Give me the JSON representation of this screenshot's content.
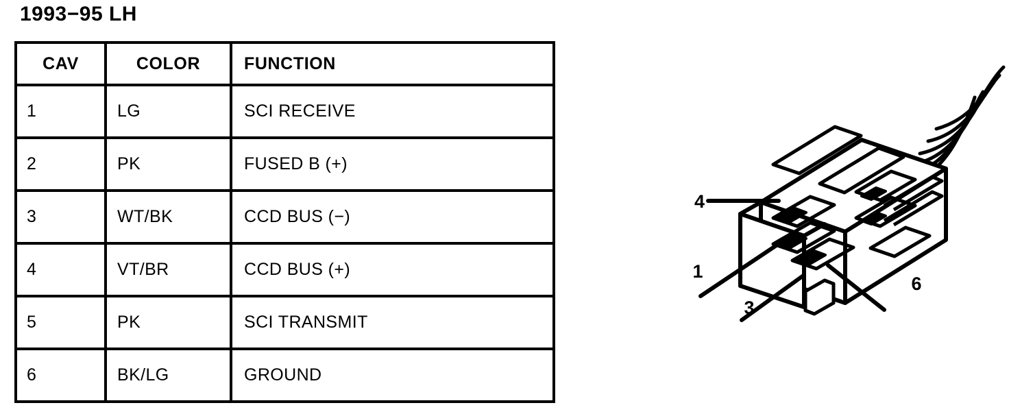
{
  "title": "1993−95 LH",
  "table": {
    "headers": [
      "CAV",
      "COLOR",
      "FUNCTION"
    ],
    "rows": [
      {
        "cav": "1",
        "color": "LG",
        "function": "SCI RECEIVE"
      },
      {
        "cav": "2",
        "color": "PK",
        "function": "FUSED B (+)"
      },
      {
        "cav": "3",
        "color": "WT/BK",
        "function": "CCD BUS (−)"
      },
      {
        "cav": "4",
        "color": "VT/BR",
        "function": "CCD BUS (+)"
      },
      {
        "cav": "5",
        "color": "PK",
        "function": "SCI TRANSMIT"
      },
      {
        "cav": "6",
        "color": "BK/LG",
        "function": "GROUND"
      }
    ]
  },
  "connector": {
    "callouts": [
      {
        "id": "4",
        "label": "4"
      },
      {
        "id": "1",
        "label": "1"
      },
      {
        "id": "3",
        "label": "3"
      },
      {
        "id": "6",
        "label": "6"
      }
    ],
    "wire_count": 6,
    "line_color": "#000000",
    "fill_color": "#ffffff"
  }
}
